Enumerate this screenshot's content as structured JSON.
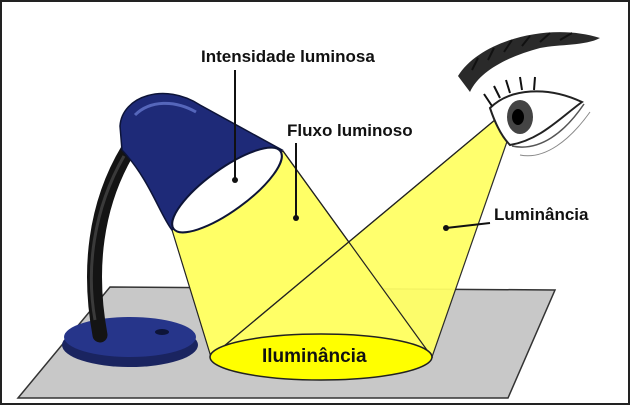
{
  "labels": {
    "intensidade": "Intensidade luminosa",
    "fluxo": "Fluxo luminoso",
    "luminancia": "Luminância",
    "iluminancia": "Iluminância"
  },
  "icons": {
    "lamp": "desk-lamp-icon",
    "eye": "eye-icon"
  },
  "colors": {
    "light": "#ffff66",
    "illuminated_spot": "#ffff00",
    "table": "#c8c8c8",
    "lamp_blue": "#1e2a78",
    "lamp_stand": "#1a1a1a"
  }
}
